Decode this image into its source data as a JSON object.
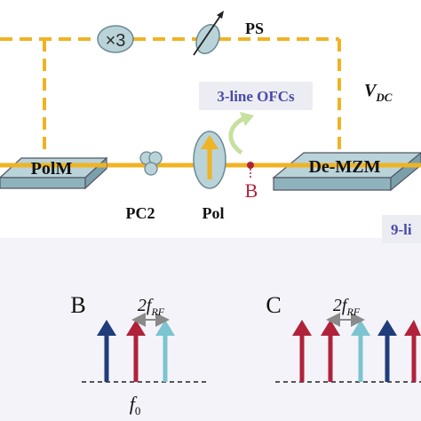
{
  "top": {
    "multiplier_label": "×3",
    "phase_shifter_label": "PS",
    "vdc_label_main": "V",
    "vdc_label_sub": "DC"
  },
  "components": {
    "polm_label": "PolM",
    "pc2_label": "PC2",
    "pol_label": "Pol",
    "demzm_label": "De-MZM",
    "point_b_label": "B"
  },
  "callouts": {
    "three_line_label": "3-line OFCs",
    "nine_line_label": "9-li"
  },
  "spectra": {
    "panel_b": {
      "letter": "B",
      "spacing_main": "2f",
      "spacing_sub": "RF",
      "freq_main": "f",
      "freq_sub": "0"
    },
    "panel_c": {
      "letter": "C",
      "spacing_main": "2f",
      "spacing_sub": "RF"
    }
  },
  "colors": {
    "rf_path": "#f0b323",
    "optical_path": "#f0b323",
    "component_fill": "#b9d3d9",
    "arrow_navy": "#1f3d7a",
    "arrow_red": "#b0223a",
    "arrow_cyan": "#7cc4cf",
    "callout_fill": "#ececf3",
    "callout_text": "#4a4aa8",
    "spectrum_bg": "#f3f3f9"
  }
}
